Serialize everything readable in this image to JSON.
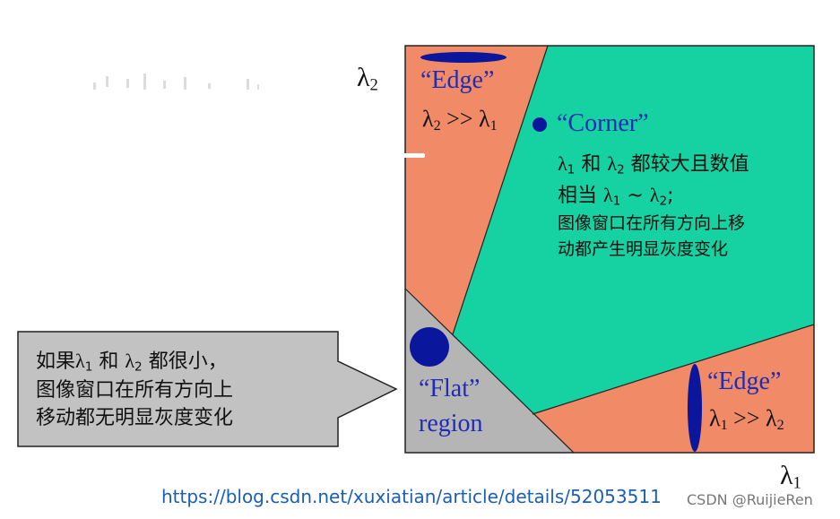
{
  "axes": {
    "y_symbol": "λ",
    "y_sub": "2",
    "x_symbol": "λ",
    "x_sub": "1"
  },
  "regions": {
    "edge_top": {
      "label": "“Edge”",
      "relation": {
        "a": "λ",
        "a_sub": "2",
        "op": " >> ",
        "b": "λ",
        "b_sub": "1"
      }
    },
    "corner": {
      "label": "“Corner”",
      "line1": {
        "a": "λ",
        "a_sub": "1",
        "mid": " 和 ",
        "b": "λ",
        "b_sub": "2",
        "tail": " 都较大且数值"
      },
      "line2": {
        "pre": "相当 ",
        "a": "λ",
        "a_sub": "1",
        "mid": " ~ ",
        "b": "λ",
        "b_sub": "2",
        "tail": ";"
      },
      "line3": "图像窗口在所有方向上移",
      "line4": "动都产生明显灰度变化"
    },
    "edge_bottom": {
      "label": "“Edge”",
      "relation": {
        "a": "λ",
        "a_sub": "1",
        "op": " >> ",
        "b": "λ",
        "b_sub": "2"
      }
    },
    "flat": {
      "label_line1": "“Flat”",
      "label_line2": "region"
    }
  },
  "callout": {
    "line1": {
      "pre": "如果",
      "a": "λ",
      "a_sub": "1",
      "mid": " 和 ",
      "b": "λ",
      "b_sub": "2",
      "tail": " 都很小，"
    },
    "line2": "图像窗口在所有方向上",
    "line3": "移动都无明显灰度变化"
  },
  "footer": {
    "url": "https://blog.csdn.net/xuxiatian/article/details/52053511",
    "credit": "CSDN @RuijieRen"
  },
  "colors": {
    "edge_fill": "#f08a67",
    "corner_fill": "#16d1a1",
    "flat_fill": "#b5b5b5",
    "callout_fill": "#c2c2c2",
    "marker_blue": "#0a169c",
    "label_blue": "#1f2db5",
    "url_blue": "#1a5fb4"
  }
}
